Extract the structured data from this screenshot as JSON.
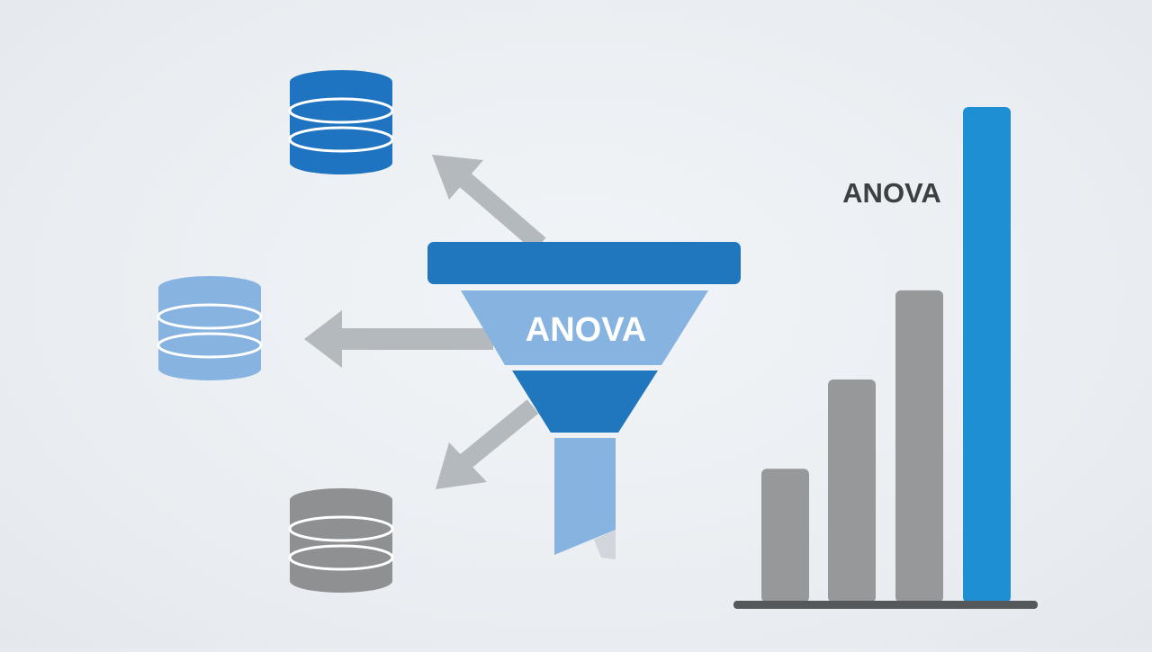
{
  "diagram": {
    "funnel_label": "ANOVA",
    "chart_label": "ANOVA",
    "colors": {
      "background": "#eceff2",
      "funnel_top": "#2177bd",
      "funnel_mid": "#86b3e0",
      "funnel_lower": "#2177bd",
      "funnel_spout": "#86b3e0",
      "arrow": "#b4b9be",
      "db_top": "#1f74c2",
      "db_middle": "#86b3e0",
      "db_bottom": "#8e9092",
      "bar_gray": "#97989a",
      "bar_highlight": "#1e8fd2",
      "chart_text": "#3c4043",
      "funnel_text": "#ffffff",
      "baseline": "#55585b"
    },
    "databases": [
      {
        "name": "database-top",
        "color_key": "db_top"
      },
      {
        "name": "database-middle",
        "color_key": "db_middle"
      },
      {
        "name": "database-bottom",
        "color_key": "db_bottom"
      }
    ],
    "bars": [
      {
        "relative_height": 0.27,
        "highlight": false
      },
      {
        "relative_height": 0.45,
        "highlight": false
      },
      {
        "relative_height": 0.63,
        "highlight": false
      },
      {
        "relative_height": 1.0,
        "highlight": true
      }
    ]
  }
}
